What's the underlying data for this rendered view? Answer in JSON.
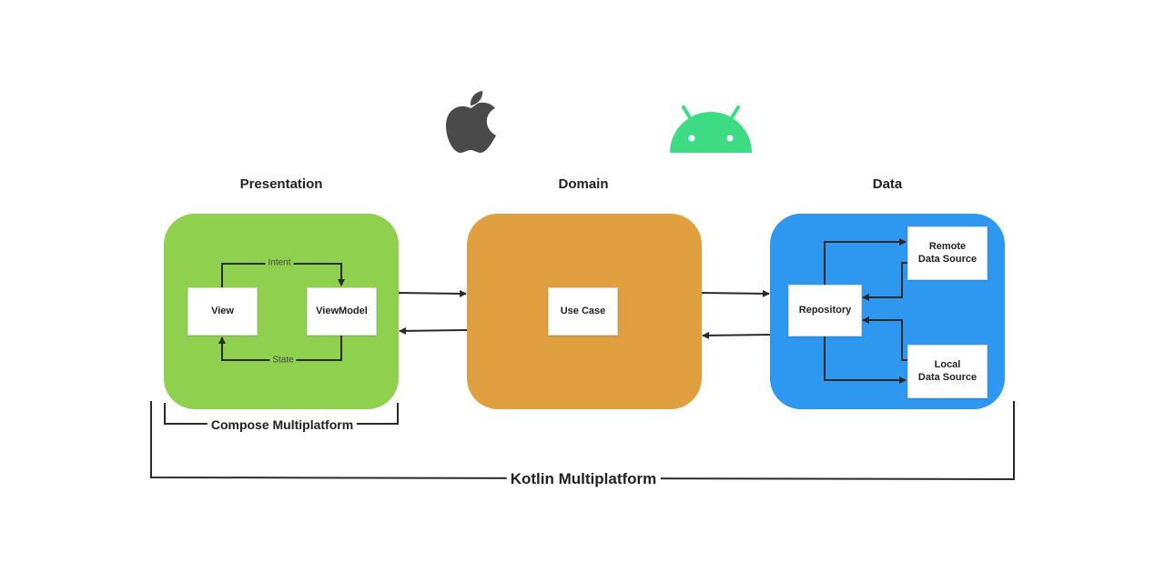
{
  "logos": {
    "apple": {
      "name": "apple-logo",
      "color": "#4a4a4a"
    },
    "android": {
      "name": "android-logo",
      "color": "#3ddc84"
    }
  },
  "layers": {
    "presentation": {
      "title": "Presentation",
      "color": "#8fd14f"
    },
    "domain": {
      "title": "Domain",
      "color": "#e0a040"
    },
    "data": {
      "title": "Data",
      "color": "#2e98f0"
    }
  },
  "nodes": {
    "view": "View",
    "viewmodel": "ViewModel",
    "use_case": "Use Case",
    "repository": "Repository",
    "remote": "Remote\nData Source",
    "local": "Local\nData Source"
  },
  "edge_labels": {
    "intent": "Intent",
    "state": "State"
  },
  "brackets": {
    "compose": "Compose Multiplatform",
    "kotlin": "Kotlin Multiplatform"
  }
}
